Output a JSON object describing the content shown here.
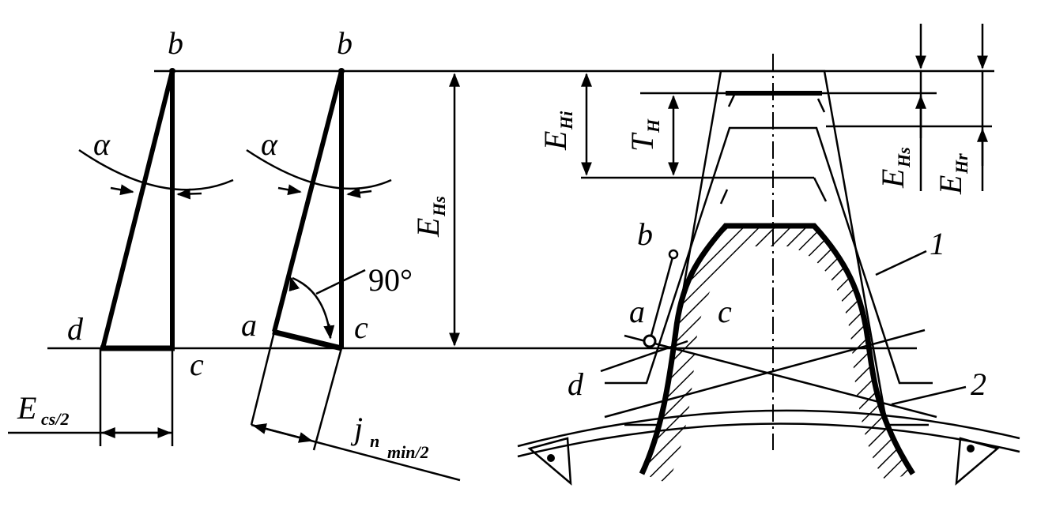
{
  "left_triangle": {
    "vertex_top": "b",
    "vertex_left": "d",
    "vertex_right": "c",
    "angle": "α",
    "width_label": "E",
    "width_label_sub": "cs/2"
  },
  "middle_triangle": {
    "vertex_top": "b",
    "vertex_a": "a",
    "vertex_c": "c",
    "angle": "α",
    "right_angle": "90°",
    "backlash_label": "j",
    "backlash_sub_n": "n",
    "backlash_sub": "min/2"
  },
  "dimension_ehs": {
    "main": "E",
    "sub": "Hs"
  },
  "tooth_profile": {
    "ehi": {
      "main": "E",
      "sub": "Hi"
    },
    "th": {
      "main": "T",
      "sub": "H"
    },
    "ehs_right": {
      "main": "E",
      "sub": "Hs"
    },
    "ehr": {
      "main": "E",
      "sub": "Hr"
    },
    "point_b": "b",
    "point_a": "a",
    "point_c": "c",
    "point_d": "d",
    "callout_1": "1",
    "callout_2": "2"
  }
}
